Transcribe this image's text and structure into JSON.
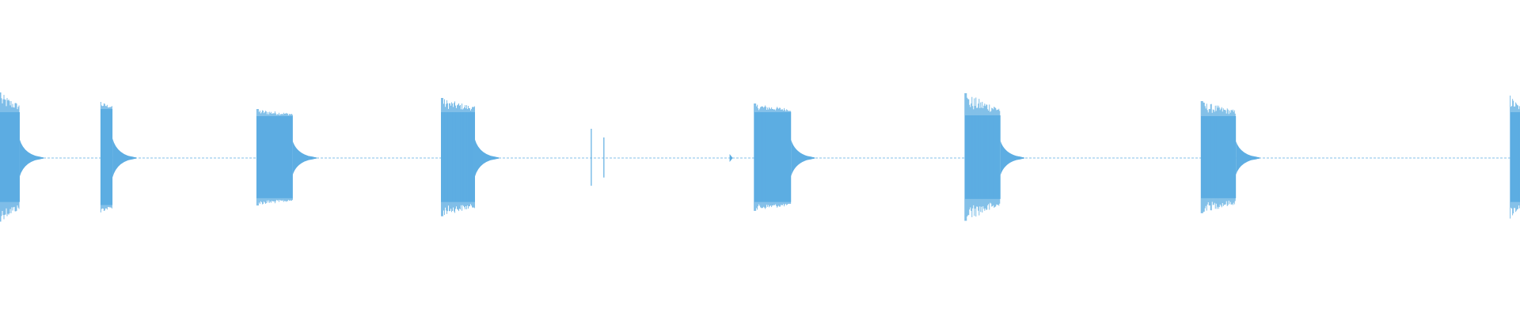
{
  "waveform": {
    "color": "#5dade2",
    "background": "#ffffff",
    "bursts": [
      {
        "start": 0.0,
        "end": 0.013,
        "amplitude": 0.83,
        "sustain": 0.58
      },
      {
        "start": 0.0663,
        "end": 0.074,
        "amplitude": 0.71,
        "sustain": 0.62
      },
      {
        "start": 0.1689,
        "end": 0.1926,
        "amplitude": 0.62,
        "sustain": 0.53
      },
      {
        "start": 0.2903,
        "end": 0.3125,
        "amplitude": 0.76,
        "sustain": 0.58
      },
      {
        "start": 0.389,
        "end": 0.3896,
        "amplitude": 0.37,
        "sustain": 0.37
      },
      {
        "start": 0.3973,
        "end": 0.3983,
        "amplitude": 0.26,
        "sustain": 0.2
      },
      {
        "start": 0.4962,
        "end": 0.5204,
        "amplitude": 0.69,
        "sustain": 0.58
      },
      {
        "start": 0.6348,
        "end": 0.6582,
        "amplitude": 0.82,
        "sustain": 0.54
      },
      {
        "start": 0.7902,
        "end": 0.8131,
        "amplitude": 0.72,
        "sustain": 0.53
      },
      {
        "start": 0.9936,
        "end": 1.0,
        "amplitude": 0.79,
        "sustain": 0.58
      }
    ],
    "markers": [
      {
        "position": 0.48
      }
    ]
  }
}
